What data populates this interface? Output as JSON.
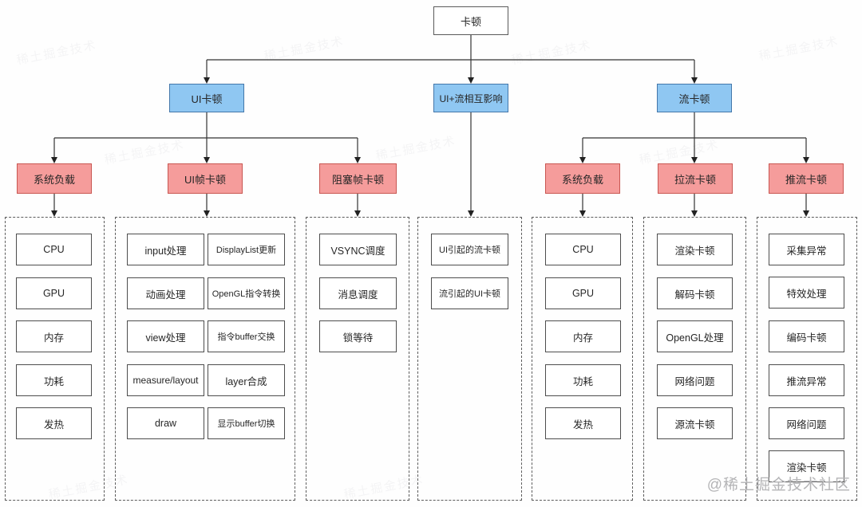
{
  "root": {
    "label": "卡顿"
  },
  "level2": [
    "UI卡顿",
    "UI+流相互影响",
    "流卡顿"
  ],
  "level3": [
    "系统负载",
    "UI帧卡顿",
    "阻塞帧卡顿",
    "系统负载",
    "拉流卡顿",
    "推流卡顿"
  ],
  "columns": [
    {
      "name": "system-load-ui",
      "items": [
        "CPU",
        "GPU",
        "内存",
        "功耗",
        "发热"
      ]
    },
    {
      "name": "ui-frame-lag",
      "left_items": [
        "input处理",
        "动画处理",
        "view处理",
        "measure/layout",
        "draw"
      ],
      "right_items": [
        "DisplayList更新",
        "OpenGL指令转换",
        "指令buffer交换",
        "layer合成",
        "显示buffer切换"
      ]
    },
    {
      "name": "blocking-frame-lag",
      "items": [
        "VSYNC调度",
        "消息调度",
        "锁等待"
      ]
    },
    {
      "name": "ui-stream-interaction",
      "items": [
        "UI引起的流卡顿",
        "流引起的UI卡顿"
      ]
    },
    {
      "name": "system-load-stream",
      "items": [
        "CPU",
        "GPU",
        "内存",
        "功耗",
        "发热"
      ]
    },
    {
      "name": "pull-stream-lag",
      "items": [
        "渲染卡顿",
        "解码卡顿",
        "OpenGL处理",
        "网络问题",
        "源流卡顿"
      ]
    },
    {
      "name": "push-stream-lag",
      "items": [
        "采集异常",
        "特效处理",
        "编码卡顿",
        "推流异常",
        "网络问题",
        "渲染卡顿"
      ]
    }
  ],
  "colors": {
    "level2_fill": "#8FC7F2",
    "level2_border": "#4477AA",
    "level3_fill": "#F59C9B",
    "level3_border": "#C95752",
    "box_border": "#4D4D4D",
    "connector": "#333333"
  },
  "watermark": {
    "bottom_right": "@稀土掘金技术社区",
    "faint": "稀土掘金技术"
  }
}
